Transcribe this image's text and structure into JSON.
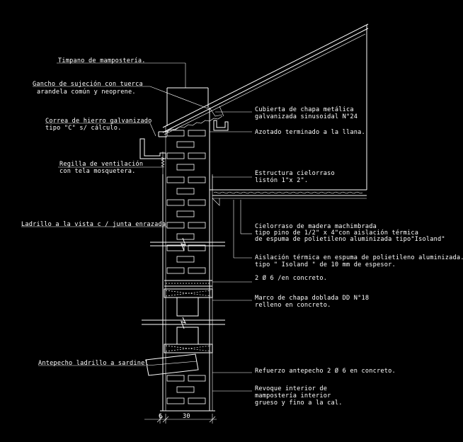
{
  "labels": {
    "timpano": "Timpano de mampostería.",
    "gancho_1": "Gancho de sujeción con tuerca",
    "gancho_2": "arandela común y neoprene.",
    "correa_1": "Correa de hierro galvanizado",
    "correa_2": "tipo \"C\" s/ cálculo.",
    "regilla_1": "Regilla de ventilación",
    "regilla_2": "con tela mosquetera.",
    "ladrillo": "Ladrillo a la vista c / junta enrazada",
    "antepecho": "Antepecho ladrillo a sardinel",
    "cubierta_1": "Cubierta de chapa metálica",
    "cubierta_2": "galvanizada sinusoidal N°24",
    "azotado": "Azotado terminado a la llana.",
    "estructura_1": "Estructura cielorraso",
    "estructura_2": "listón  1\"x 2\".",
    "cielorraso_1": "Cielorraso de madera machimbrada",
    "cielorraso_2": "tipo pino de 1/2\" x 4\"con aislación térmica",
    "cielorraso_3": "de espuma de polietileno aluminizada tipo\"Isoland\"",
    "aislacion_1": "Aislación térmica en espuma de polietileno aluminizada.",
    "aislacion_2": "tipo \" Isoland \" de 10 mm de espesor.",
    "hormigon": "2 Ø 6  /en concreto.",
    "marco_1": "Marco de chapa doblada  DD N°18",
    "marco_2": "relleno en concreto.",
    "refuerzo": "Refuerzo antepecho 2 Ø 6  en concreto.",
    "revoque_1": "Revoque interior de",
    "revoque_2": "mampostería interior",
    "revoque_3": "grueso y fino a la cal.",
    "dim_6": "6",
    "dim_30": "30"
  }
}
